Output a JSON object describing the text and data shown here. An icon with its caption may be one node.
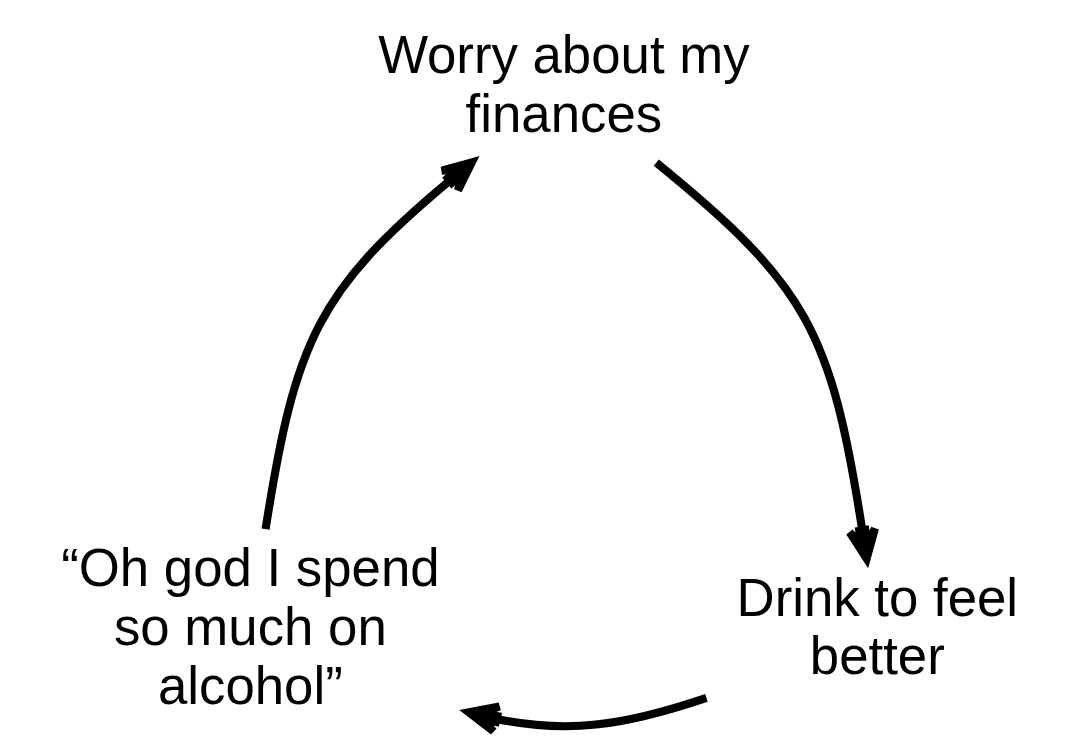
{
  "diagram": {
    "nodes": [
      {
        "text": [
          "Worry about my finances"
        ]
      },
      {
        "text": [
          "Drink to feel better"
        ]
      },
      {
        "text": [
          "“Oh god I spend so much on alcohol”"
        ]
      }
    ],
    "edges": [
      {
        "from": 0,
        "to": 1,
        "arrow": "to"
      },
      {
        "from": 1,
        "to": 2,
        "arrow": "to"
      },
      {
        "from": 2,
        "to": 0,
        "arrow": "to"
      }
    ]
  }
}
